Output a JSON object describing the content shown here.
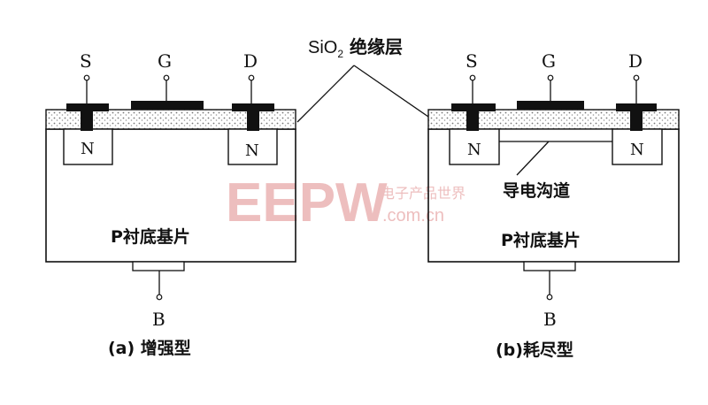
{
  "oxide": {
    "label_main": "SiO",
    "label_sub": "2",
    "label_suffix": " 绝缘层"
  },
  "left": {
    "terminals": {
      "source": "S",
      "gate": "G",
      "drain": "D",
      "body": "B"
    },
    "regions": {
      "n_left": "N",
      "n_right": "N"
    },
    "substrate_label": "P衬底基片",
    "caption": "(a) 增强型"
  },
  "right": {
    "terminals": {
      "source": "S",
      "gate": "G",
      "drain": "D",
      "body": "B"
    },
    "regions": {
      "n_left": "N",
      "n_right": "N"
    },
    "channel_label": "导电沟道",
    "substrate_label": "P衬底基片",
    "caption": "(b)耗尽型"
  },
  "watermark": {
    "brand": "EEPW",
    "cn_text": "电子产品世界",
    "url": ".com.cn"
  },
  "colors": {
    "ink": "#111111",
    "watermark": "#e8a0a0",
    "oxide_dots": "#9a9a9a"
  }
}
